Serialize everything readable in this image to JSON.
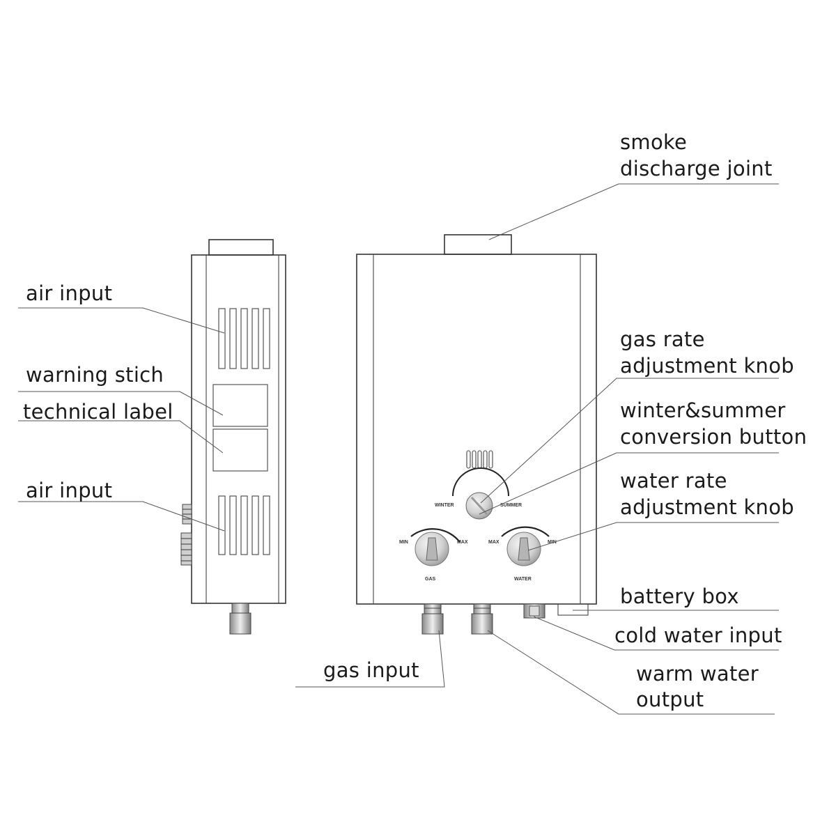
{
  "labels": {
    "smoke_line1": "smoke",
    "smoke_line2": "discharge joint",
    "air_input_top": "air input",
    "warning_stich": "warning stich",
    "technical_label": "technical label",
    "air_input_bottom": "air input",
    "gas_rate_line1": "gas rate",
    "gas_rate_line2": "adjustment knob",
    "winter_summer_line1": "winter&summer",
    "winter_summer_line2": "conversion button",
    "water_rate_line1": "water  rate",
    "water_rate_line2": "adjustment knob",
    "battery_box": "battery box",
    "cold_water_input": "cold  water input",
    "gas_input": "gas input",
    "warm_water_line1": "warm  water",
    "warm_water_line2": "output"
  },
  "panel": {
    "winter": "WINTER",
    "summer": "SUMMER",
    "gas_min": "MIN",
    "gas_max": "MAX",
    "gas": "GAS",
    "water_max": "MAX",
    "water_min": "MIN",
    "water": "WATER"
  }
}
